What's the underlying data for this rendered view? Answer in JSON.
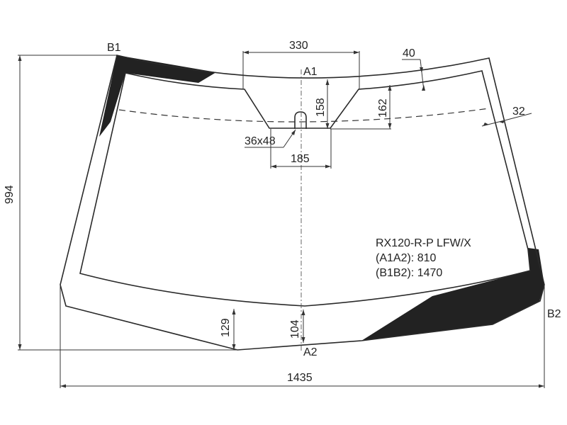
{
  "labels": {
    "b1": "B1",
    "a1": "A1",
    "a2": "A2",
    "b2": "B2"
  },
  "dimensions": {
    "top_sensor_width": "330",
    "top_edge": "40",
    "sensor_height": "158",
    "sensor_height_outer": "162",
    "side_edge": "32",
    "hole_size": "36x48",
    "sensor_bottom_width": "185",
    "overall_height": "994",
    "bottom_band": "129",
    "center_bottom": "104",
    "overall_width": "1435"
  },
  "notes": {
    "model": "RX120-R-P LFW/X",
    "a1a2": "(A1A2): 810",
    "b1b2": "(B1B2): 1470"
  },
  "colors": {
    "line": "#2a2a2a",
    "ceramic_band": "#222222",
    "text": "#222222"
  }
}
